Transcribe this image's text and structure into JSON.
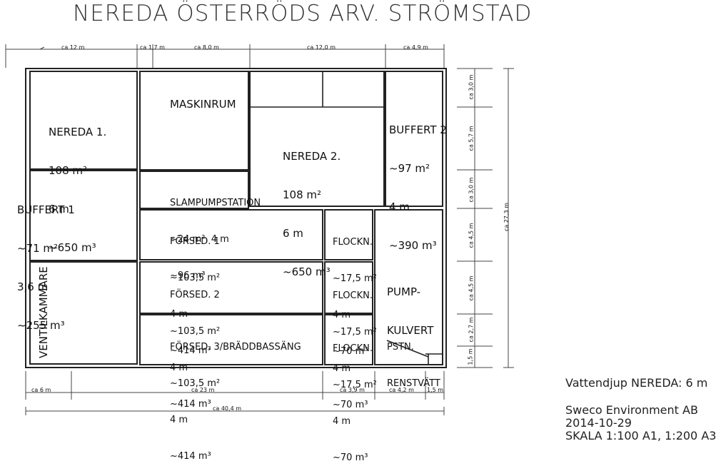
{
  "title": "NEREDA ÖSTERRÖDS ARV. STRÖMSTAD",
  "top_dims": {
    "d1": "ca 12 m",
    "d2": "ca 1,7 m",
    "d3": "ca 8,0 m",
    "d4": "ca 12,0 m",
    "d5": "ca 4,9 m"
  },
  "bottom_dims": {
    "d1": "ca 6 m",
    "d2": "ca 23 m",
    "d3": "ca 3,9 m",
    "d4": "ca 4,2 m",
    "d5": "1,5 m",
    "total": "ca 40,4 m"
  },
  "right_dims": {
    "d1": "ca 3,0 m",
    "d2": "ca 5,7 m",
    "d3": "ca 3,0 m",
    "d4": "ca 4,5 m",
    "d5": "ca 4,5 m",
    "d6": "ca 2,7 m",
    "d7": "1,5 m",
    "total": "ca 27,3 m"
  },
  "rooms": {
    "nereda1": {
      "l1": "NEREDA 1.",
      "l2": "108 m²",
      "l3": "6 m",
      "l4": "~650 m³"
    },
    "buffert1": {
      "l1": "BUFFERT 1",
      "l2": "~71 m²",
      "l3": "3,6 m",
      "l4": "~255 m³"
    },
    "ventil": "VENTILKAMMARE",
    "maskin": "MASKINRUM",
    "slam": {
      "l1": "SLAMPUMPSTATION",
      "l2": "~24 m², 4 m",
      "l3": "~96 m³"
    },
    "forsed1": {
      "l1": "FÖRSED. 1",
      "l2": "~103,5 m²",
      "l3": "4 m",
      "l4": "~414 m³"
    },
    "forsed2": {
      "l1": "FÖRSED. 2",
      "l2": "~103,5 m²",
      "l3": "4 m",
      "l4": "~414 m³"
    },
    "forsed3": {
      "l1": "FÖRSED. 3/BRÄDDBASSÄNG",
      "l2": "~103,5 m²",
      "l3": "4 m",
      "l4": "~414 m³"
    },
    "nereda2": {
      "l1": "NEREDA 2.",
      "l2": "108 m²",
      "l3": "6 m",
      "l4": "~650 m³"
    },
    "buffert2": {
      "l1": "BUFFERT 2",
      "l2": "~97 m²",
      "l3": "4 m",
      "l4": "~390 m³"
    },
    "flock1": {
      "l1": "FLOCKN.",
      "l2": "~17,5 m²",
      "l3": "4 m",
      "l4": "~70 m³"
    },
    "flock2": {
      "l1": "FLOCKN.",
      "l2": "~17,5 m²",
      "l3": "4 m",
      "l4": "~70 m³"
    },
    "flock3": {
      "l1": "FLOCKN.",
      "l2": "~17,5 m²",
      "l3": "4 m",
      "l4": "~70 m³"
    },
    "pump": {
      "l1": "PUMP-",
      "l2": "KULVERT"
    },
    "pstn": {
      "l1": "PSTN.",
      "l2": "RENSTVÄTT"
    }
  },
  "notes": {
    "depth": "Vattendjup NEREDA: 6 m",
    "company": "Sweco Environment AB",
    "date": "2014-10-29",
    "scale": "SKALA 1:100 A1, 1:200 A3"
  }
}
